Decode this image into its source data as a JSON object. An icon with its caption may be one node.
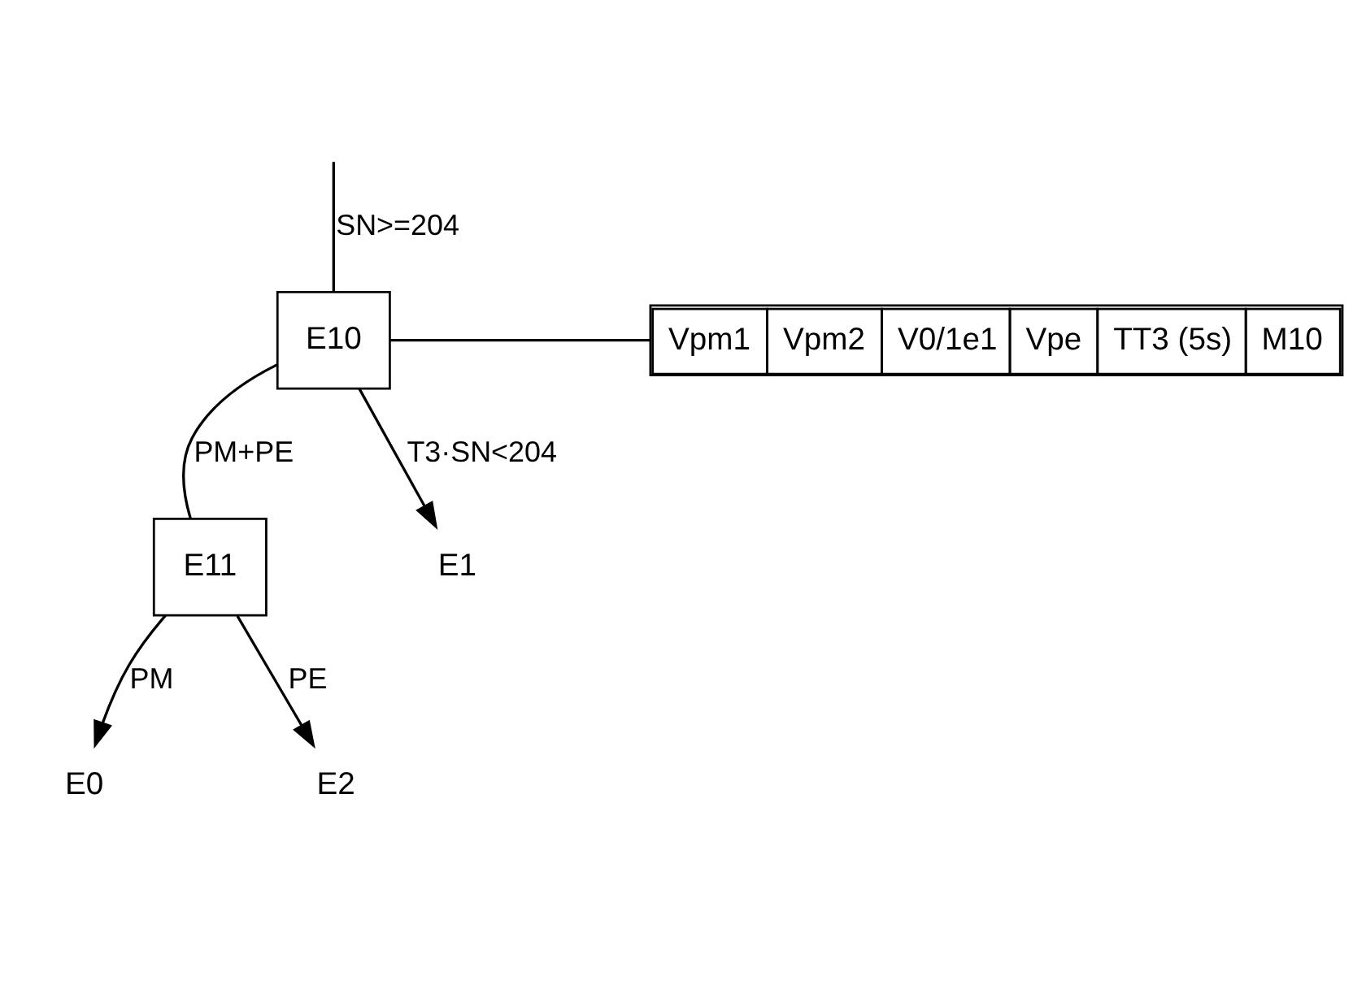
{
  "diagram": {
    "nodes": [
      {
        "text": [
          "E10"
        ]
      },
      {
        "text": [
          "Vpm1",
          "Vpm2",
          "V0/1e1",
          "Vpe",
          "TT3 (5s)",
          "M10"
        ]
      },
      {
        "text": [
          "E11"
        ]
      },
      {
        "text": [
          "E1"
        ]
      },
      {
        "text": [
          "E0"
        ]
      },
      {
        "text": [
          "E2"
        ]
      }
    ],
    "edges": [
      {
        "from": null,
        "to": 0,
        "arrow": "none",
        "label": "SN>=204"
      },
      {
        "from": 0,
        "to": 1,
        "arrow": "none"
      },
      {
        "from": 0,
        "to": 2,
        "arrow": "none",
        "label": "PM+PE"
      },
      {
        "from": 0,
        "to": 3,
        "arrow": "to",
        "label": "T3·SN<204"
      },
      {
        "from": 2,
        "to": 4,
        "arrow": "to",
        "label": "PM"
      },
      {
        "from": 2,
        "to": 5,
        "arrow": "to",
        "label": "PE"
      }
    ]
  }
}
